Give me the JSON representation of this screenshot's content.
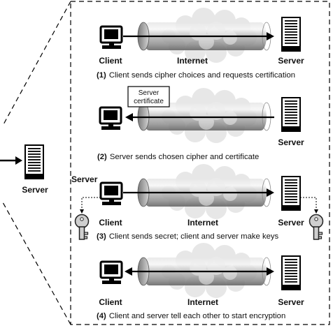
{
  "left": {
    "server_label": "Server"
  },
  "steps": [
    {
      "client_label": "Client",
      "internet_label": "Internet",
      "server_label": "Server",
      "caption_num": "(1)",
      "caption_text": "Client sends cipher choices and requests certification"
    },
    {
      "certificate_line1": "Server",
      "certificate_line2": "certificate",
      "server_label": "Server",
      "caption_num": "(2)",
      "caption_text": "Server sends chosen cipher and certificate"
    },
    {
      "server_heading": "Server",
      "client_label": "Client",
      "internet_label": "Internet",
      "server_label": "Server",
      "caption_num": "(3)",
      "caption_text": "Client sends secret; client and server make keys"
    },
    {
      "client_label": "Client",
      "internet_label": "Internet",
      "server_label": "Server",
      "caption_num": "(4)",
      "caption_text": "Client and server tell each other to start encryption"
    }
  ]
}
